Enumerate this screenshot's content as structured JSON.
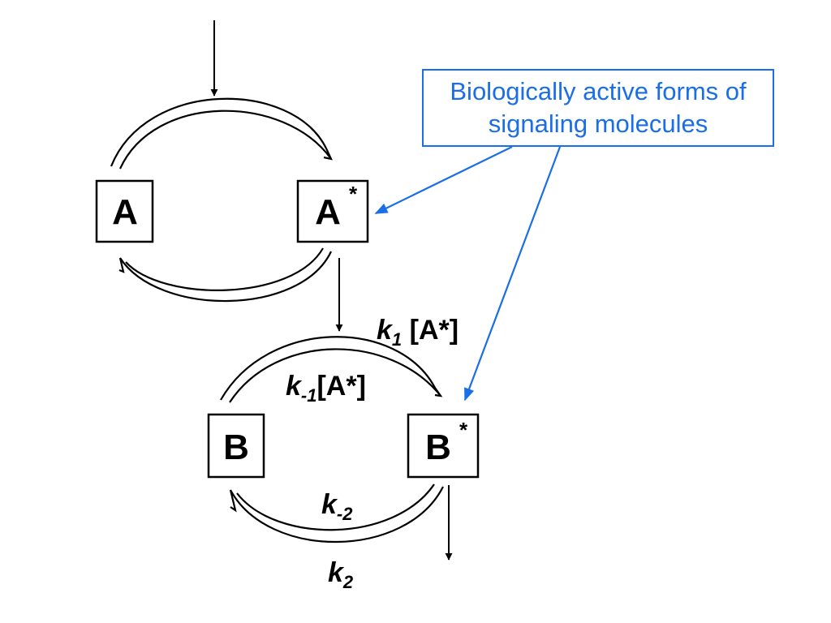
{
  "nodes": {
    "a": {
      "label": "A"
    },
    "a_active": {
      "label": "A",
      "superscript": "*"
    },
    "b": {
      "label": "B"
    },
    "b_active": {
      "label": "B",
      "superscript": "*"
    }
  },
  "rate_labels": {
    "k1": {
      "k": "k",
      "sub": "1",
      "rest": " [A*]"
    },
    "k_minus1": {
      "k": "k",
      "sub": "-1",
      "rest": "[A*]"
    },
    "k_minus2": {
      "k": "k",
      "sub": "-2"
    },
    "k2": {
      "k": "k",
      "sub": "2"
    }
  },
  "callout": {
    "line1": "Biologically active forms of",
    "line2": "signaling molecules",
    "color": "#1a6ee8"
  }
}
